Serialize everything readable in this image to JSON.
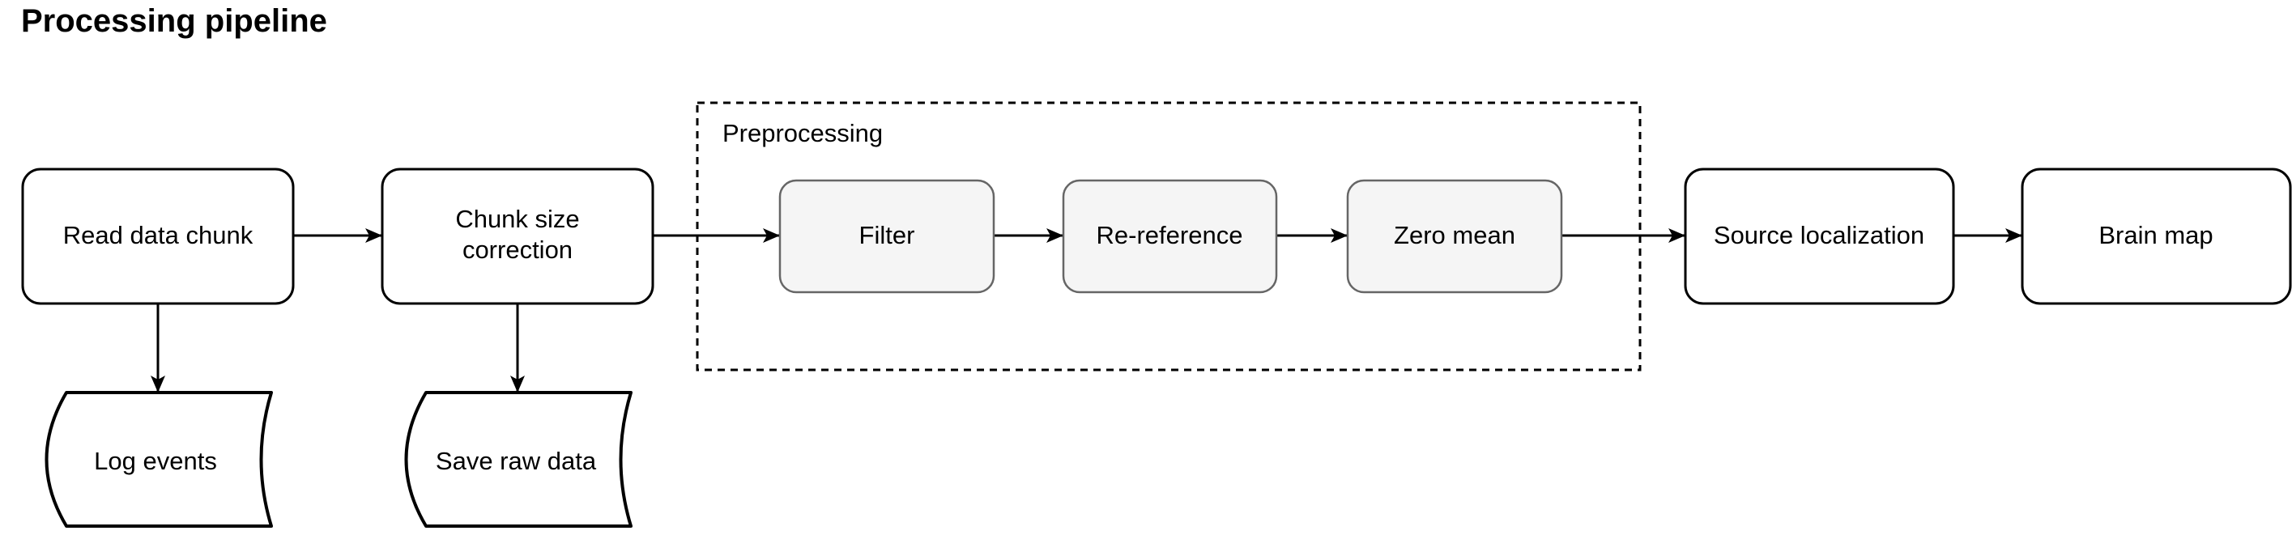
{
  "title": "Processing pipeline",
  "group": {
    "label": "Preprocessing"
  },
  "nodes": {
    "read_data_chunk": "Read data chunk",
    "chunk_size_correction": [
      "Chunk size",
      "correction"
    ],
    "filter": "Filter",
    "re_reference": "Re-reference",
    "zero_mean": "Zero mean",
    "source_localization": "Source localization",
    "brain_map": "Brain map",
    "log_events": "Log events",
    "save_raw_data": "Save raw data"
  },
  "colors": {
    "stroke": "#000000",
    "process_fill": "#ffffff",
    "preprocess_fill": "#f5f5f5",
    "preprocess_stroke": "#666666"
  }
}
